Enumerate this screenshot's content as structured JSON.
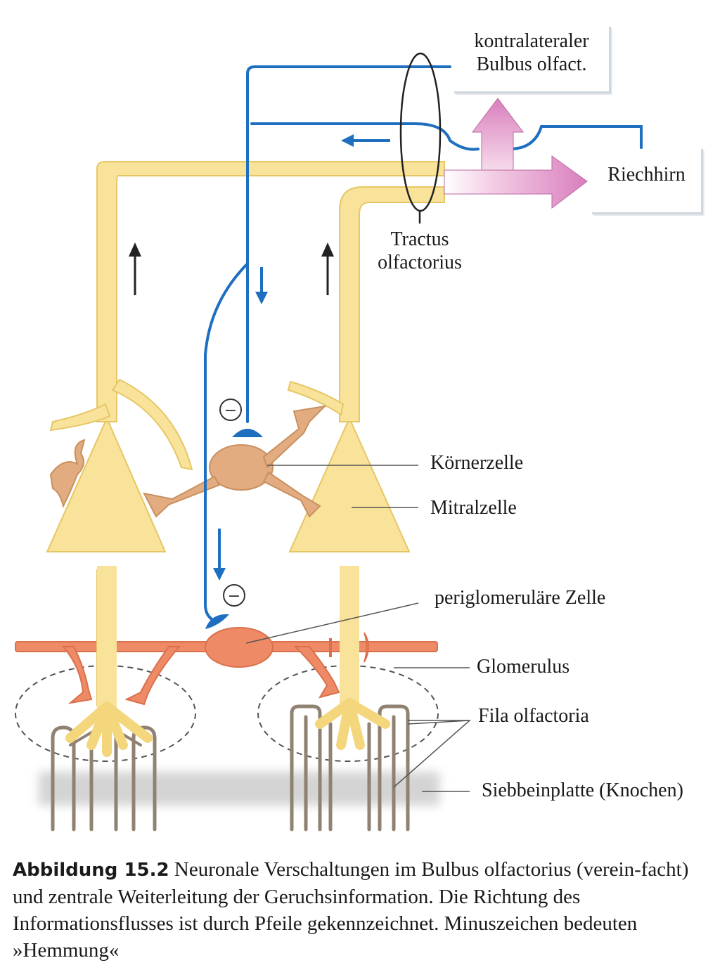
{
  "labels": {
    "kontralateral_line1": "kontralateraler",
    "kontralateral_line2": "Bulbus olfact.",
    "riechhirn": "Riechhirn",
    "tractus_line1": "Tractus",
    "tractus_line2": "olfactorius",
    "koernerzelle": "Körnerzelle",
    "mitralzelle": "Mitralzelle",
    "periglomerulaere": "periglomeruläre Zelle",
    "glomerulus": "Glomerulus",
    "fila": "Fila olfactoria",
    "siebbein": "Siebbeinplatte (Knochen)",
    "minus": "−"
  },
  "caption": {
    "label": "Abbildung 15.2",
    "text": " Neuronale Verschaltungen im Bulbus olfactorius (verein-facht) und zentrale Weiterleitung der Geruchsinformation. Die Richtung des Informationsflusses ist durch Pfeile gekennzeichnet. Minuszeichen bedeuten »Hemmung«"
  },
  "colors": {
    "mitral": "#f9e29a",
    "mitral_stroke": "#e6c766",
    "koerner": "#e3ac80",
    "periglomerular": "#ee8a66",
    "efferent": "#1f6fc0",
    "output_arrow": "#e7a3cf",
    "fila": "#8f8272",
    "bone": "#d3d3d3"
  }
}
